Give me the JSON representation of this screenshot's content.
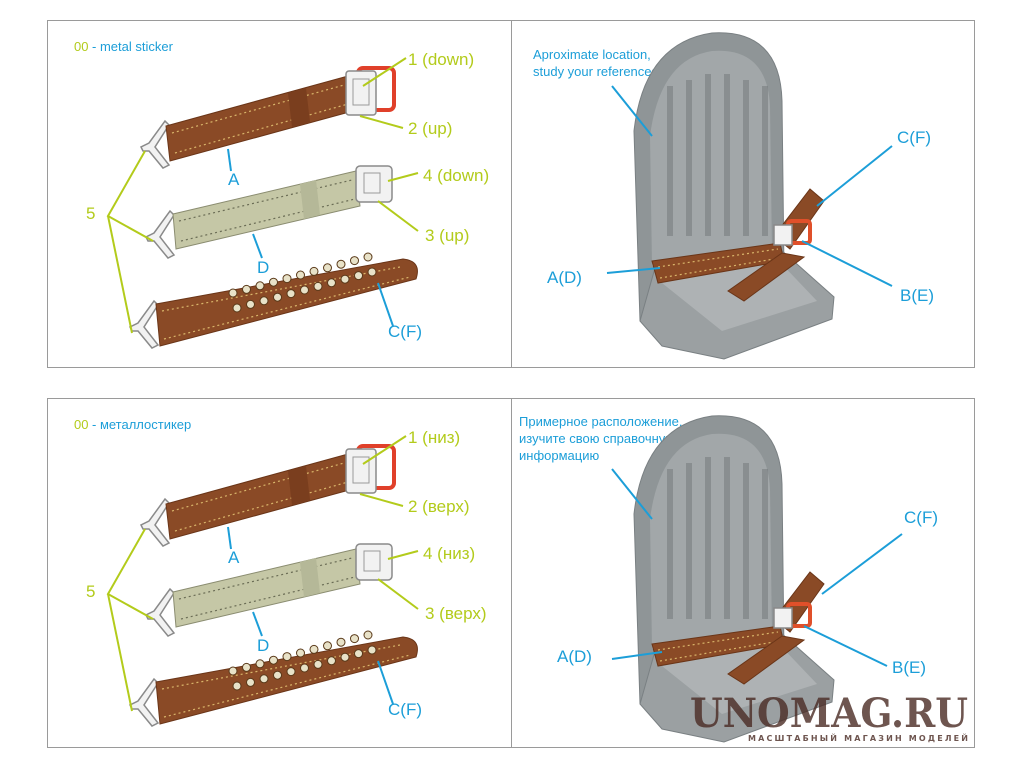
{
  "panels": {
    "top_left": {
      "sticker_code": "00",
      "sticker_label": " - metal sticker",
      "callouts": {
        "p1": "1 (down)",
        "p2": "2 (up)",
        "p3": "3 (up)",
        "p4": "4 (down)",
        "p5": "5"
      },
      "straps": {
        "a": "A",
        "d": "D",
        "cf": "C(F)"
      }
    },
    "top_right": {
      "note_lines": [
        "Aproximate location,",
        "study your references"
      ],
      "labels": {
        "cf": "C(F)",
        "ad": "A(D)",
        "be": "B(E)"
      }
    },
    "bottom_left": {
      "sticker_code": "00",
      "sticker_label": " - металлостикер",
      "callouts": {
        "p1": "1 (низ)",
        "p2": "2 (верх)",
        "p3": "3 (верх)",
        "p4": "4 (низ)",
        "p5": "5"
      },
      "straps": {
        "a": "A",
        "d": "D",
        "cf": "C(F)"
      }
    },
    "bottom_right": {
      "note_lines": [
        "Примерное расположение,",
        "изучите свою справочную",
        "информацию"
      ],
      "labels": {
        "cf": "C(F)",
        "ad": "A(D)",
        "be": "B(E)"
      }
    }
  },
  "watermark": {
    "title": "UNOMAG.RU",
    "subtitle": "МАСШТАБНЫЙ МАГАЗИН МОДЕЛЕЙ"
  },
  "colors": {
    "callout_lime": "#b3cb1b",
    "label_blue": "#1c9ed8",
    "leather": "#8a4a26",
    "seat_gray": "#8f9597"
  }
}
